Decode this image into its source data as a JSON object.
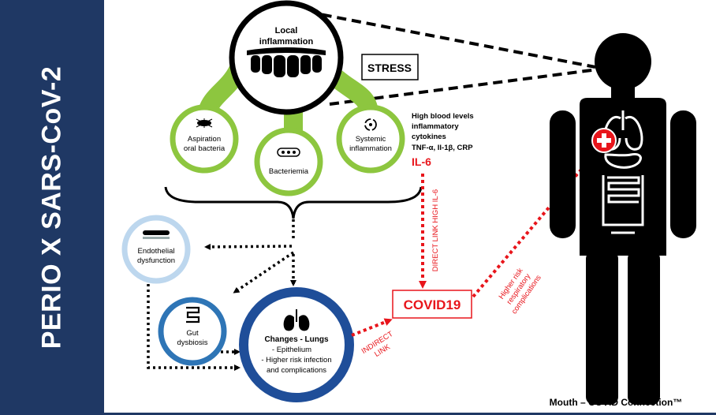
{
  "sidebar": {
    "title": "PERIO X SARS-CoV-2"
  },
  "nodes": {
    "local_inflammation": {
      "line1": "Local",
      "line2": "inflammation"
    },
    "stress": "STRESS",
    "aspiration": {
      "line1": "Aspiration",
      "line2": "oral bacteria"
    },
    "bacteriemia": "Bacteriemia",
    "systemic": {
      "line1": "Systemic",
      "line2": "inflammation"
    },
    "endothelial": {
      "line1": "Endothelial",
      "line2": "dysfunction"
    },
    "gut": {
      "line1": "Gut",
      "line2": "dysbiosis"
    },
    "changes": {
      "title": "Changes - Lungs",
      "item1": "-   Epithelium",
      "item2": "-   Higher risk infection",
      "item3": "and complications"
    },
    "covid": "COVID19"
  },
  "blood_levels": {
    "line1": "High blood levels",
    "line2": "inflammatory",
    "line3": "cytokines",
    "line4": "TNF-α, Il-1β, CRP",
    "il6": "IL-6"
  },
  "links": {
    "direct": "DIRECT LINK HIGH IL-6",
    "indirect_1": "INDIRECT",
    "indirect_2": "LINK",
    "risk_1": "Higher risk",
    "risk_2": "respiratory",
    "risk_3": "complications"
  },
  "footer": "Mouth – COVID Connection™",
  "colors": {
    "navy": "#1f3864",
    "green": "#8dc63f",
    "light_blue": "#bdd7ee",
    "mid_blue": "#2e75b6",
    "dark_blue": "#1f4e99",
    "red": "#e8151b"
  }
}
